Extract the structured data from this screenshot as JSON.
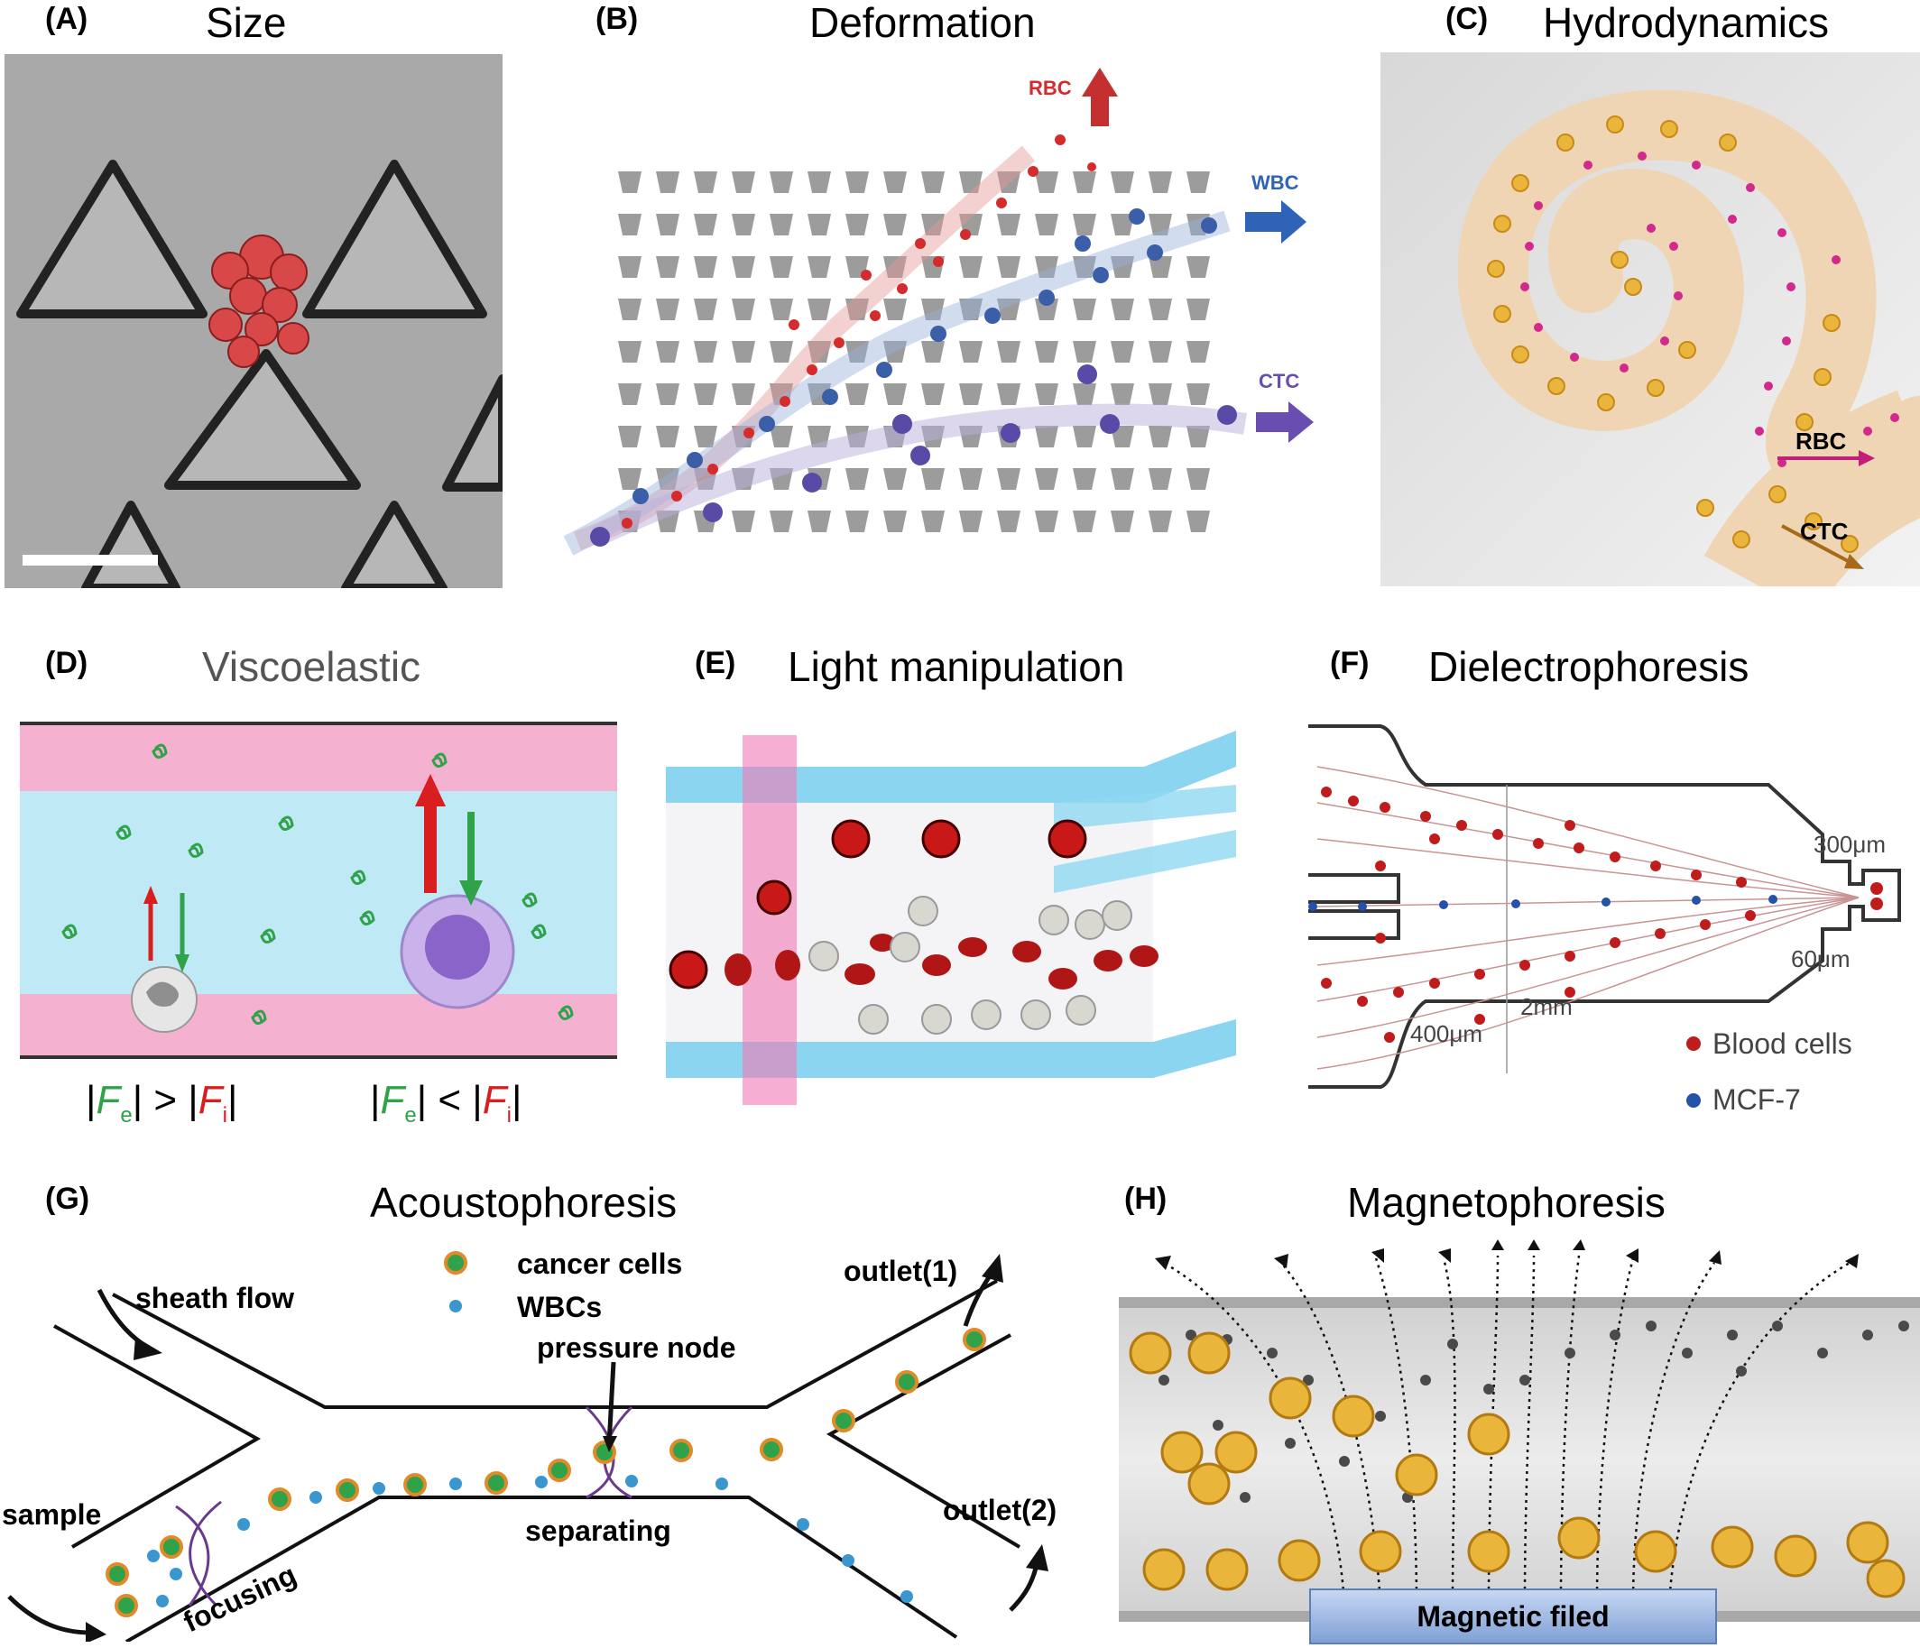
{
  "panels": {
    "a": {
      "letter": "(A)",
      "title": "Size"
    },
    "b": {
      "letter": "(B)",
      "title": "Deformation",
      "labels": {
        "rbc": "RBC",
        "wbc": "WBC",
        "ctc": "CTC"
      }
    },
    "c": {
      "letter": "(C)",
      "title": "Hydrodynamics",
      "labels": {
        "rbc": "RBC",
        "ctc": "CTC"
      }
    },
    "d": {
      "letter": "(D)",
      "title": "Viscoelastic",
      "eq_left": {
        "open": "|",
        "f": "F",
        "fsub": "e",
        "mid": "| > |",
        "f2": "F",
        "f2sub": "i",
        "close": "|"
      },
      "eq_right": {
        "open": "|",
        "f": "F",
        "fsub": "e",
        "mid": "| < |",
        "f2": "F",
        "f2sub": "i",
        "close": "|"
      }
    },
    "e": {
      "letter": "(E)",
      "title": "Light manipulation"
    },
    "f": {
      "letter": "(F)",
      "title": "Dielectrophoresis",
      "labels": {
        "d300": "300μm",
        "d60": "60μm",
        "d400": "400μm",
        "d2mm": "2mm"
      },
      "legend": {
        "blood": "Blood cells",
        "mcf": "MCF-7"
      }
    },
    "g": {
      "letter": "(G)",
      "title": "Acoustophoresis",
      "labels": {
        "sheath": "sheath flow",
        "sample": "sample",
        "focusing": "focusing",
        "separating": "separating",
        "node": "pressure node",
        "out1": "outlet(1)",
        "out2": "outlet(2)"
      },
      "legend": {
        "cancer": "cancer cells",
        "wbc": "WBCs"
      }
    },
    "h": {
      "letter": "(H)",
      "title": "Magnetophoresis",
      "magnet": "Magnetic filed"
    }
  },
  "colors": {
    "rbc": "#d42c2c",
    "wbc": "#3b5ea8",
    "ctc": "#5a4aa8",
    "green": "#2fa24a",
    "pink": "#f4b2d0",
    "cyan": "#bfe9f5",
    "gold": "#e9b53a",
    "magenta": "#d22a8c"
  }
}
